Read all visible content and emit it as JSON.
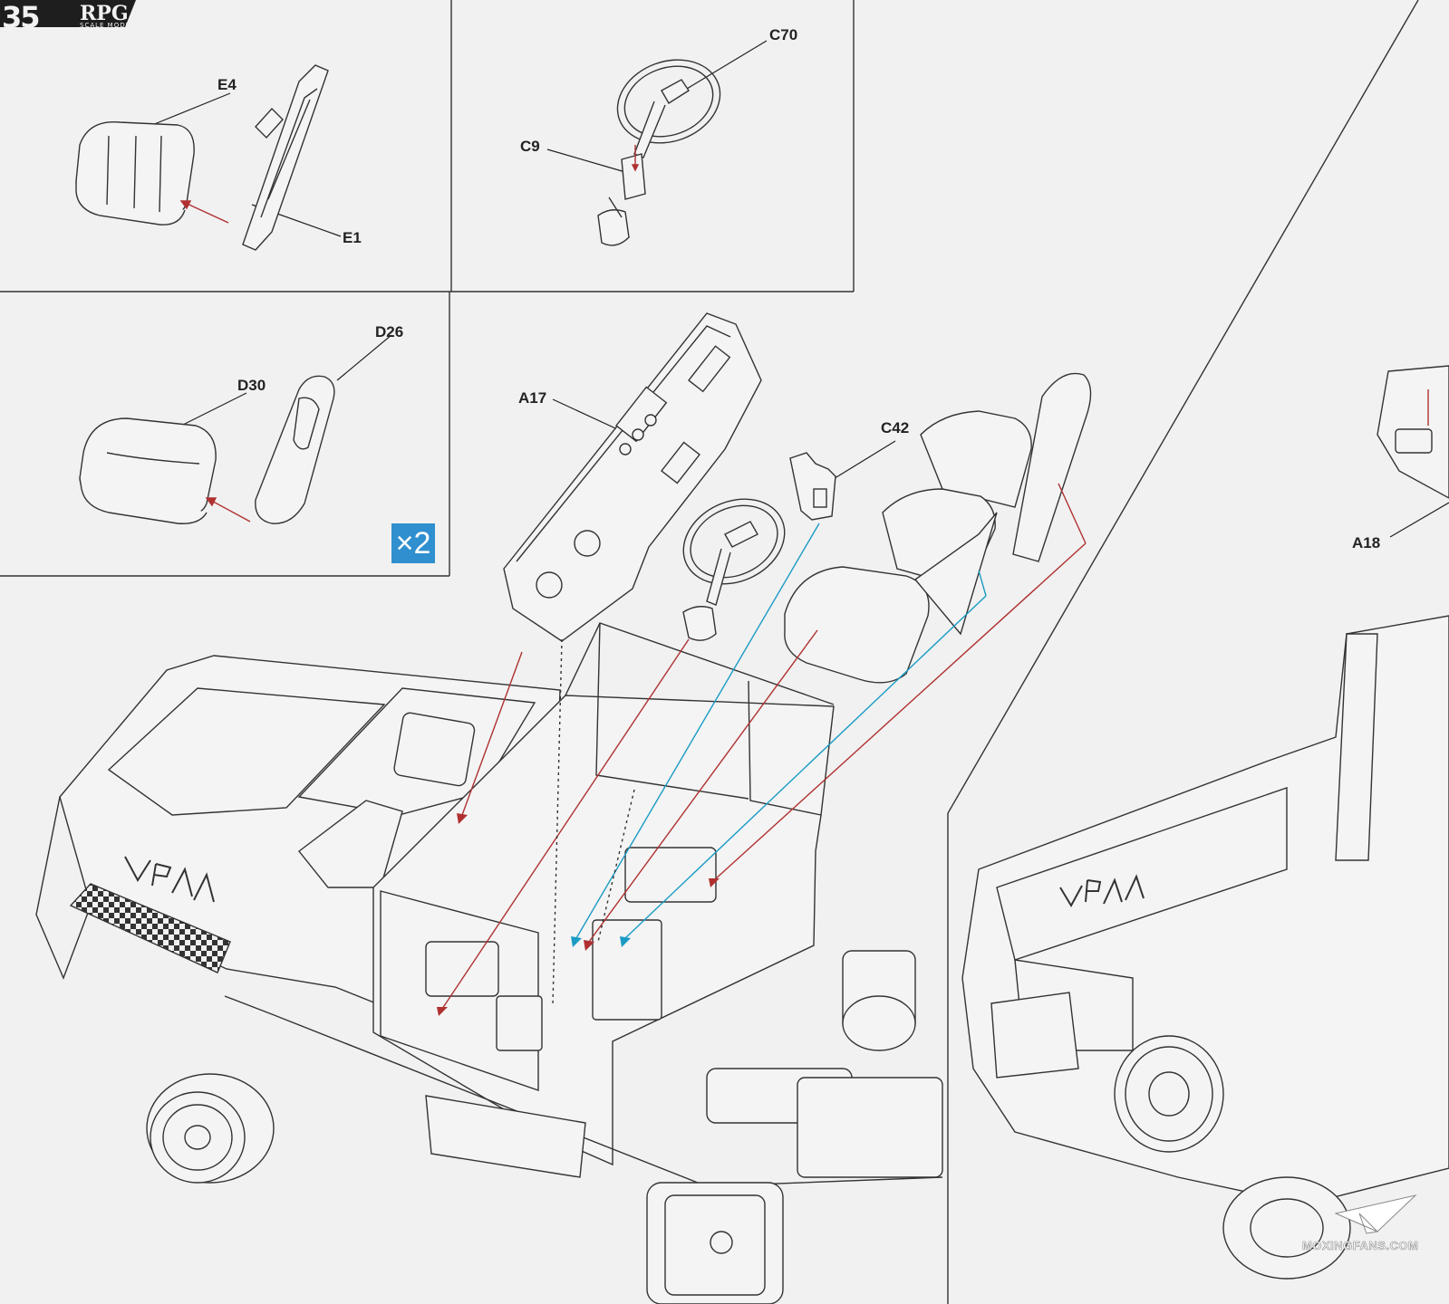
{
  "header": {
    "step_number": "35",
    "brand": "RPG",
    "brand_sub": "SCALE MODEL"
  },
  "multiplier": "×2",
  "parts": {
    "e4": "E4",
    "e1": "E1",
    "c70": "C70",
    "c9": "C9",
    "d26": "D26",
    "d30": "D30",
    "a17": "A17",
    "c42": "C42",
    "a18": "A18"
  },
  "vehicle_logo": "VPAA",
  "watermark": "MOXINGFANS.COM",
  "colors": {
    "paper": "#f1f1f1",
    "line": "#3a3a3a",
    "arrow_red": "#b03030",
    "arrow_blue": "#1a9bc4",
    "badge_blue": "#2f8fcf"
  }
}
